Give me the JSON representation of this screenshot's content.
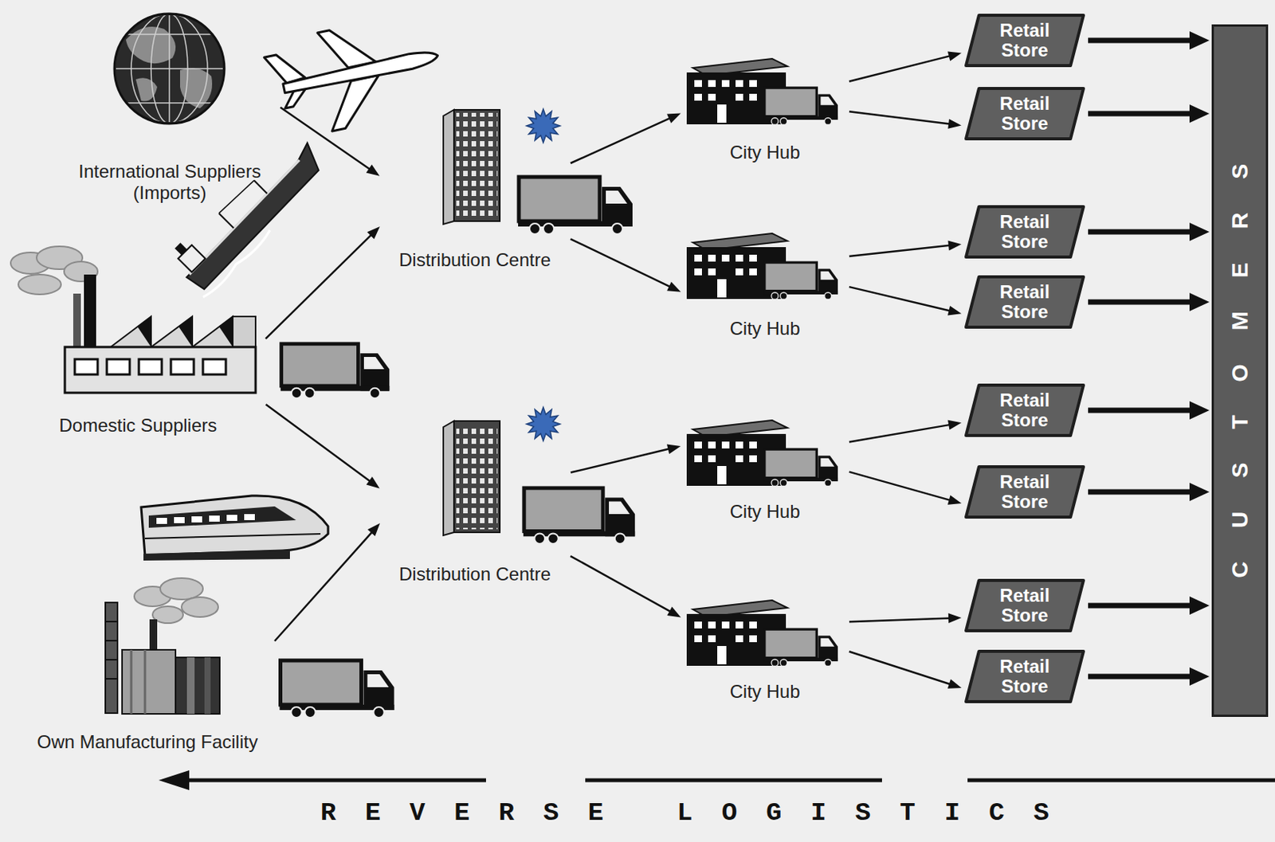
{
  "diagram": {
    "nodes": [
      {
        "text": [
          "International Suppliers (Imports)"
        ]
      },
      {
        "text": [
          "Domestic Suppliers"
        ]
      },
      {
        "text": [
          "Own Manufacturing Facility"
        ]
      },
      {
        "text": [
          "Distribution Centre"
        ]
      },
      {
        "text": [
          "Distribution Centre"
        ]
      },
      {
        "text": [
          "City Hub"
        ]
      },
      {
        "text": [
          "City Hub"
        ]
      },
      {
        "text": [
          "City Hub"
        ]
      },
      {
        "text": [
          "City Hub"
        ]
      },
      {
        "text": [
          "Retail Store"
        ]
      },
      {
        "text": [
          "Retail Store"
        ]
      },
      {
        "text": [
          "Retail Store"
        ]
      },
      {
        "text": [
          "Retail Store"
        ]
      },
      {
        "text": [
          "Retail Store"
        ]
      },
      {
        "text": [
          "Retail Store"
        ]
      },
      {
        "text": [
          "Retail Store"
        ]
      },
      {
        "text": [
          "Retail Store"
        ]
      },
      {
        "text": [
          "CUSTOMERS"
        ]
      }
    ],
    "edges": [
      {
        "from": 0,
        "to": 3,
        "arrow": "to"
      },
      {
        "from": 1,
        "to": 3,
        "arrow": "to"
      },
      {
        "from": 1,
        "to": 4,
        "arrow": "to"
      },
      {
        "from": 2,
        "to": 4,
        "arrow": "to"
      },
      {
        "from": 3,
        "to": 5,
        "arrow": "to"
      },
      {
        "from": 3,
        "to": 6,
        "arrow": "to"
      },
      {
        "from": 4,
        "to": 7,
        "arrow": "to"
      },
      {
        "from": 4,
        "to": 8,
        "arrow": "to"
      },
      {
        "from": 5,
        "to": 9,
        "arrow": "to"
      },
      {
        "from": 5,
        "to": 10,
        "arrow": "to"
      },
      {
        "from": 6,
        "to": 11,
        "arrow": "to"
      },
      {
        "from": 6,
        "to": 12,
        "arrow": "to"
      },
      {
        "from": 7,
        "to": 13,
        "arrow": "to"
      },
      {
        "from": 7,
        "to": 14,
        "arrow": "to"
      },
      {
        "from": 8,
        "to": 15,
        "arrow": "to"
      },
      {
        "from": 8,
        "to": 16,
        "arrow": "to"
      },
      {
        "from": 9,
        "to": 17,
        "arrow": "to"
      },
      {
        "from": 10,
        "to": 17,
        "arrow": "to"
      },
      {
        "from": 11,
        "to": 17,
        "arrow": "to"
      },
      {
        "from": 12,
        "to": 17,
        "arrow": "to"
      },
      {
        "from": 13,
        "to": 17,
        "arrow": "to"
      },
      {
        "from": 14,
        "to": 17,
        "arrow": "to"
      },
      {
        "from": 15,
        "to": 17,
        "arrow": "to"
      },
      {
        "from": 16,
        "to": 17,
        "arrow": "to"
      }
    ],
    "labels": [
      "REVERSE LOGISTICS"
    ]
  }
}
